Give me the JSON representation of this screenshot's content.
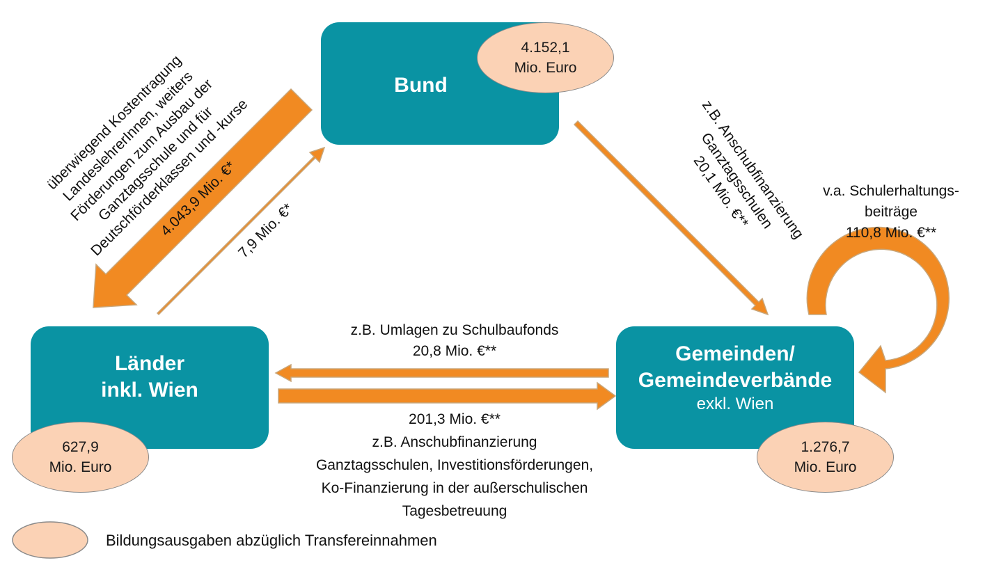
{
  "colors": {
    "box": "#0a93a3",
    "oval": "#fbd2b5",
    "arrow": "#f18a22",
    "arrow_stroke": "#c8a67a"
  },
  "nodes": {
    "bund": {
      "title": "Bund",
      "amount_line1": "4.152,1",
      "amount_line2": "Mio. Euro"
    },
    "laender": {
      "title_line1": "Länder",
      "title_line2": "inkl. Wien",
      "amount_line1": "627,9",
      "amount_line2": "Mio. Euro"
    },
    "gemeinden": {
      "title_line1": "Gemeinden/",
      "title_line2": "Gemeindeverbände",
      "subtitle": "exkl. Wien",
      "amount_line1": "1.276,7",
      "amount_line2": "Mio. Euro"
    }
  },
  "flows": {
    "bund_to_laender": {
      "description": [
        "überwiegend Kostentragung",
        "LandeslehrerInnen, weiters",
        "Förderungen zum Ausbau der",
        "Ganztagsschule und für",
        "Deutschförderklassen und -kurse"
      ],
      "amount": "4.043,9 Mio. €*"
    },
    "laender_to_bund": {
      "amount": "7,9 Mio. €*"
    },
    "bund_to_gemeinden": {
      "lines": [
        "z.B. Anschubfinanzierung",
        "Ganztagsschulen",
        "20,1 Mio. €**"
      ]
    },
    "gemeinden_to_laender": {
      "lines": [
        "z.B. Umlagen zu Schulbaufonds",
        "20,8 Mio. €**"
      ]
    },
    "laender_to_gemeinden": {
      "lines": [
        "201,3 Mio. €**",
        "z.B. Anschubfinanzierung",
        "Ganztagsschulen, Investitionsförderungen,",
        "Ko-Finanzierung in der außerschulischen",
        "Tagesbetreuung"
      ]
    },
    "gemeinden_self": {
      "lines": [
        "v.a. Schulerhaltungs-",
        "beiträge",
        "110,8 Mio. €**"
      ]
    }
  },
  "legend": {
    "label": "Bildungsausgaben abzüglich Transfereinnahmen"
  }
}
